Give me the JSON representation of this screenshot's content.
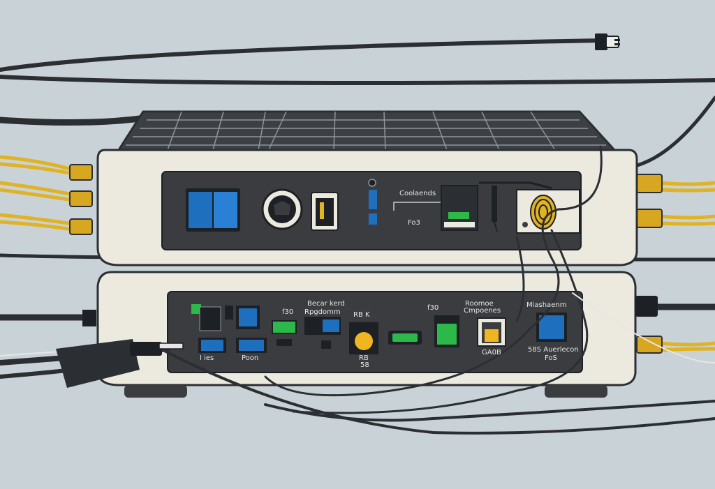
{
  "scene": {
    "background_color": "#c9d2d6",
    "device_body_color": "#ece9df",
    "panel_color": "#3a3c40",
    "cable_color": "#2b2f34",
    "gold_cable_color": "#e0b325",
    "accent_blue": "#1f6fbf",
    "accent_green": "#2db84a",
    "accent_yellow": "#f0b622"
  },
  "labels": {
    "upper": {
      "label_1": "Coolaends",
      "label_2": "Fo3"
    },
    "lower": {
      "label_1": "Becar kerd",
      "label_2": "Rpgdomm",
      "label_3": "f30",
      "label_4": "RB K",
      "label_5": "RB",
      "label_6": "58",
      "label_7": "f30",
      "label_8": "Roomoe",
      "label_9": "Cmpoenes",
      "label_10": "Miashaenm",
      "label_11": "GA0B",
      "label_12": "58S Auerlecon",
      "label_13": "FoS",
      "label_14": "I ies",
      "label_15": "Poon"
    }
  }
}
